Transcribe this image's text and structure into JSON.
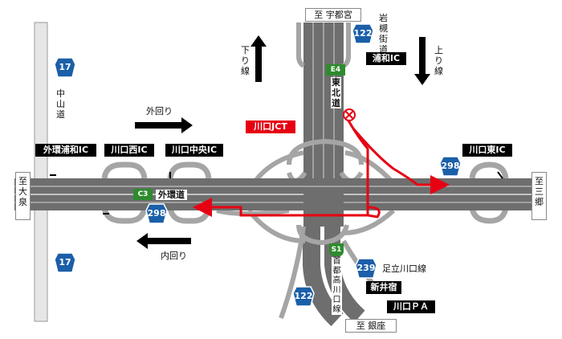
{
  "destinations": {
    "north": "至 宇都宮",
    "south": "至 銀座",
    "west": "至 大泉",
    "east": "至 三郷"
  },
  "directions": {
    "outer": "外回り",
    "inner": "内回り",
    "down": "下り線",
    "up": "上り線"
  },
  "road_labels": {
    "nakasendo": "中山道",
    "iwatsuki": "岩槻街道",
    "tohoku_expwy": "東北道",
    "gaikando": "外環道",
    "shutoko_kawaguchi": "首都高川口線",
    "adachi_kawaguchi": "足立川口線"
  },
  "junction": "川口JCT",
  "interchanges": {
    "gaikan_urawa": "外環浦和IC",
    "kawaguchi_nishi": "川口西IC",
    "kawaguchi_chuo": "川口中央IC",
    "kawaguchi_higashi": "川口東IC",
    "urawa": "浦和IC",
    "araijuku": "新井宿",
    "kawaguchi_pa": "川口ＰＡ"
  },
  "route_numbers": {
    "r17_top": "17",
    "r17_bottom": "17",
    "r122_top": "122",
    "r122_bottom": "122",
    "r298_left": "298",
    "r298_right": "298",
    "r239": "239"
  },
  "expressway_codes": {
    "e4": "E4",
    "c3": "C3",
    "s1": "S1"
  },
  "colors": {
    "road": "#6e6e6e",
    "lane_line": "#d4d4d4",
    "ramp": "#a5a5a5",
    "highlight_route": "#e60012",
    "route_shield": "#1a5fa8",
    "expressway_sign": "#2e8b2e"
  },
  "icons": {
    "closure": "closed-circle-x-icon",
    "route": "red-route-arrow"
  }
}
